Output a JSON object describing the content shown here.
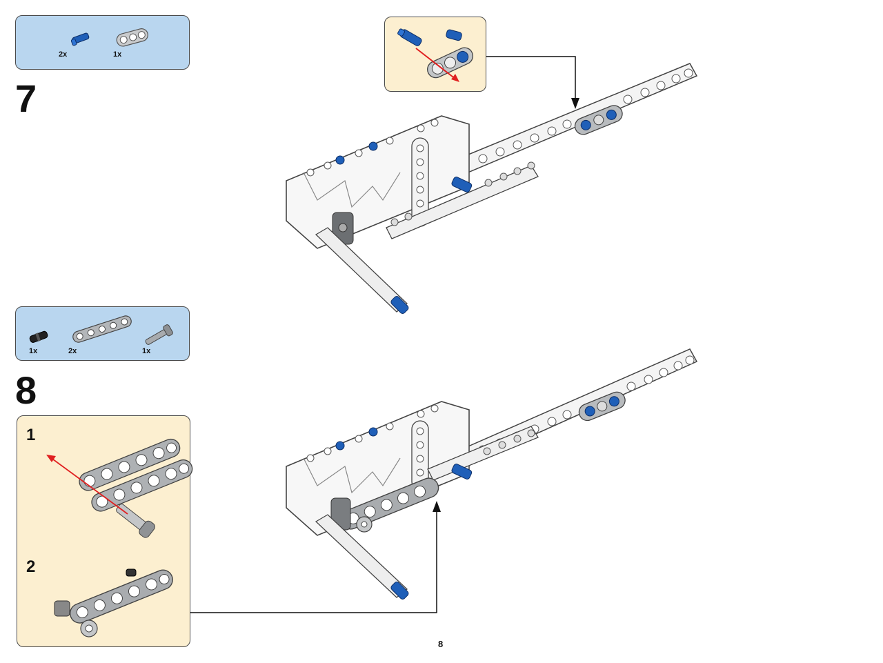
{
  "steps": [
    {
      "number": "7",
      "parts": [
        {
          "qty": "2x",
          "icon": "blue-axle-pin-icon"
        },
        {
          "qty": "1x",
          "icon": "gray-double-cross-block-icon"
        }
      ]
    },
    {
      "number": "8",
      "parts": [
        {
          "qty": "1x",
          "icon": "black-friction-pin-icon"
        },
        {
          "qty": "2x",
          "icon": "gray-5-hole-beam-icon"
        },
        {
          "qty": "1x",
          "icon": "gray-axle-pin-with-stop-icon"
        }
      ],
      "substeps": [
        "1",
        "2"
      ]
    }
  ],
  "page_number": "8",
  "colors": {
    "parts_box": "#b9d6ef",
    "callout_box": "#fcefd0",
    "technic_blue": "#1f5fb8",
    "technic_gray": "#a8abae",
    "arrow_red": "#e02020"
  }
}
